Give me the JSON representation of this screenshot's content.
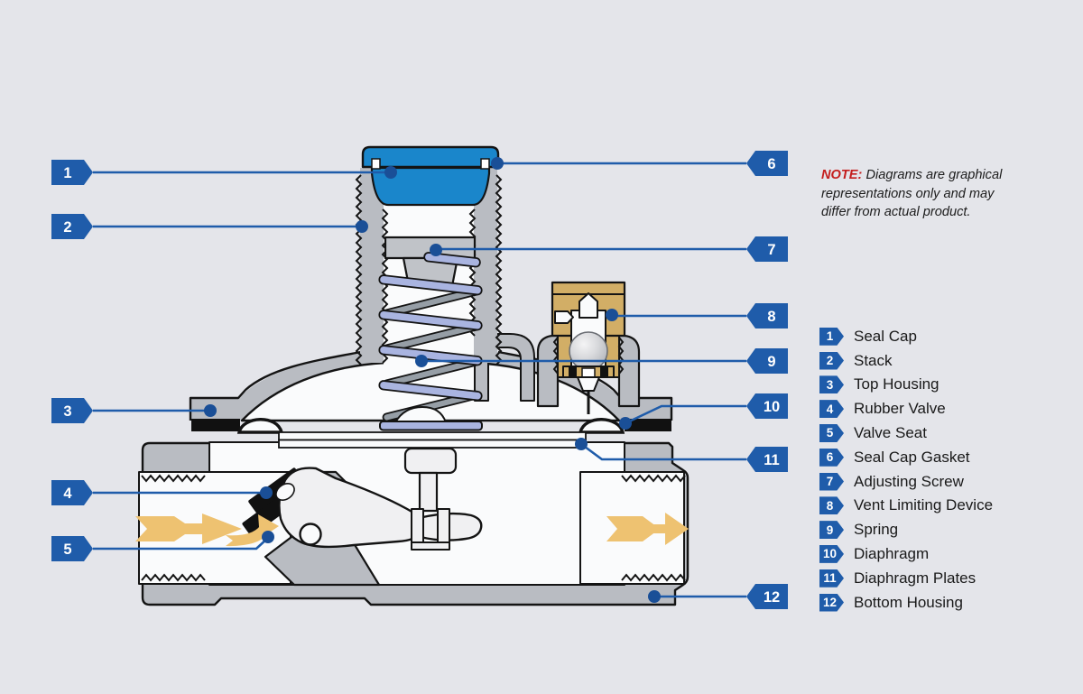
{
  "note": {
    "label": "NOTE:",
    "text": " Diagrams are graphical representations only and may differ from actual product."
  },
  "legend": {
    "items": [
      {
        "num": "1",
        "label": "Seal Cap"
      },
      {
        "num": "2",
        "label": "Stack"
      },
      {
        "num": "3",
        "label": "Top Housing"
      },
      {
        "num": "4",
        "label": "Rubber Valve"
      },
      {
        "num": "5",
        "label": "Valve Seat"
      },
      {
        "num": "6",
        "label": "Seal Cap Gasket"
      },
      {
        "num": "7",
        "label": "Adjusting Screw"
      },
      {
        "num": "8",
        "label": "Vent Limiting Device"
      },
      {
        "num": "9",
        "label": "Spring"
      },
      {
        "num": "10",
        "label": "Diaphragm"
      },
      {
        "num": "11",
        "label": "Diaphragm Plates"
      },
      {
        "num": "12",
        "label": "Bottom Housing"
      }
    ]
  },
  "callouts": {
    "nums": [
      "1",
      "2",
      "3",
      "4",
      "5",
      "6",
      "7",
      "8",
      "9",
      "10",
      "11",
      "12"
    ]
  },
  "colors": {
    "background": "#e4e5ea",
    "accent_blue": "#1f5caa",
    "callout_dot_blue": "#1a4f97",
    "seal_cap_blue": "#1a86cb",
    "metal_gray": "#b9bcc2",
    "brass": "#d2ae66",
    "spring_periwinkle": "#a9b4e0",
    "flow_arrow_tan": "#eec271",
    "note_red": "#c41e1e",
    "outline_black": "#141414"
  }
}
